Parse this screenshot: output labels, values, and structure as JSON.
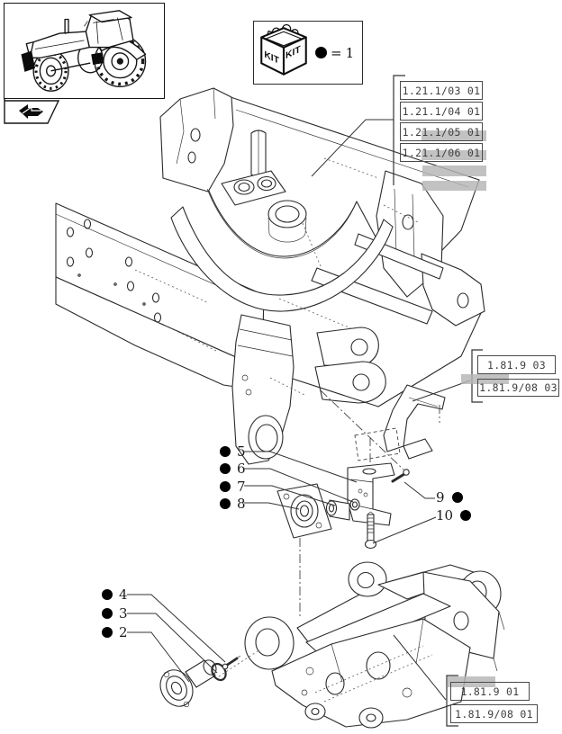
{
  "kit_legend": {
    "kit_face_left": "KIT",
    "kit_face_right": "KIT",
    "equals_sign": "=",
    "quantity": "1"
  },
  "ref_groups": {
    "top_right": {
      "items": [
        {
          "code": "1.21.1/03 01"
        },
        {
          "code": "1.21.1/04 01"
        },
        {
          "code": "1.21.1/05 01"
        },
        {
          "code": "1.21.1/06 01"
        }
      ]
    },
    "mid_right": {
      "items": [
        {
          "code": "1.81.9 03"
        },
        {
          "code": "1.81.9/08 03"
        }
      ]
    },
    "bottom_right": {
      "items": [
        {
          "code": "1.81.9 01"
        },
        {
          "code": "1.81.9/08 01"
        }
      ]
    }
  },
  "callouts": {
    "center": [
      {
        "num": "5"
      },
      {
        "num": "6"
      },
      {
        "num": "7"
      },
      {
        "num": "8"
      }
    ],
    "right": [
      {
        "num": "9"
      },
      {
        "num": "10"
      }
    ],
    "bottom_left": [
      {
        "num": "4"
      },
      {
        "num": "3"
      },
      {
        "num": "2"
      }
    ]
  },
  "icons": {
    "thumbnail": "tractor-line-art",
    "nav_tab": "back-arrow",
    "kit": "kit-cube"
  },
  "colors": {
    "highlight_bar": "#b5b5b5",
    "line": "#2b2b2b",
    "ref_text": "#3f3f3f",
    "dot": "#000000"
  }
}
